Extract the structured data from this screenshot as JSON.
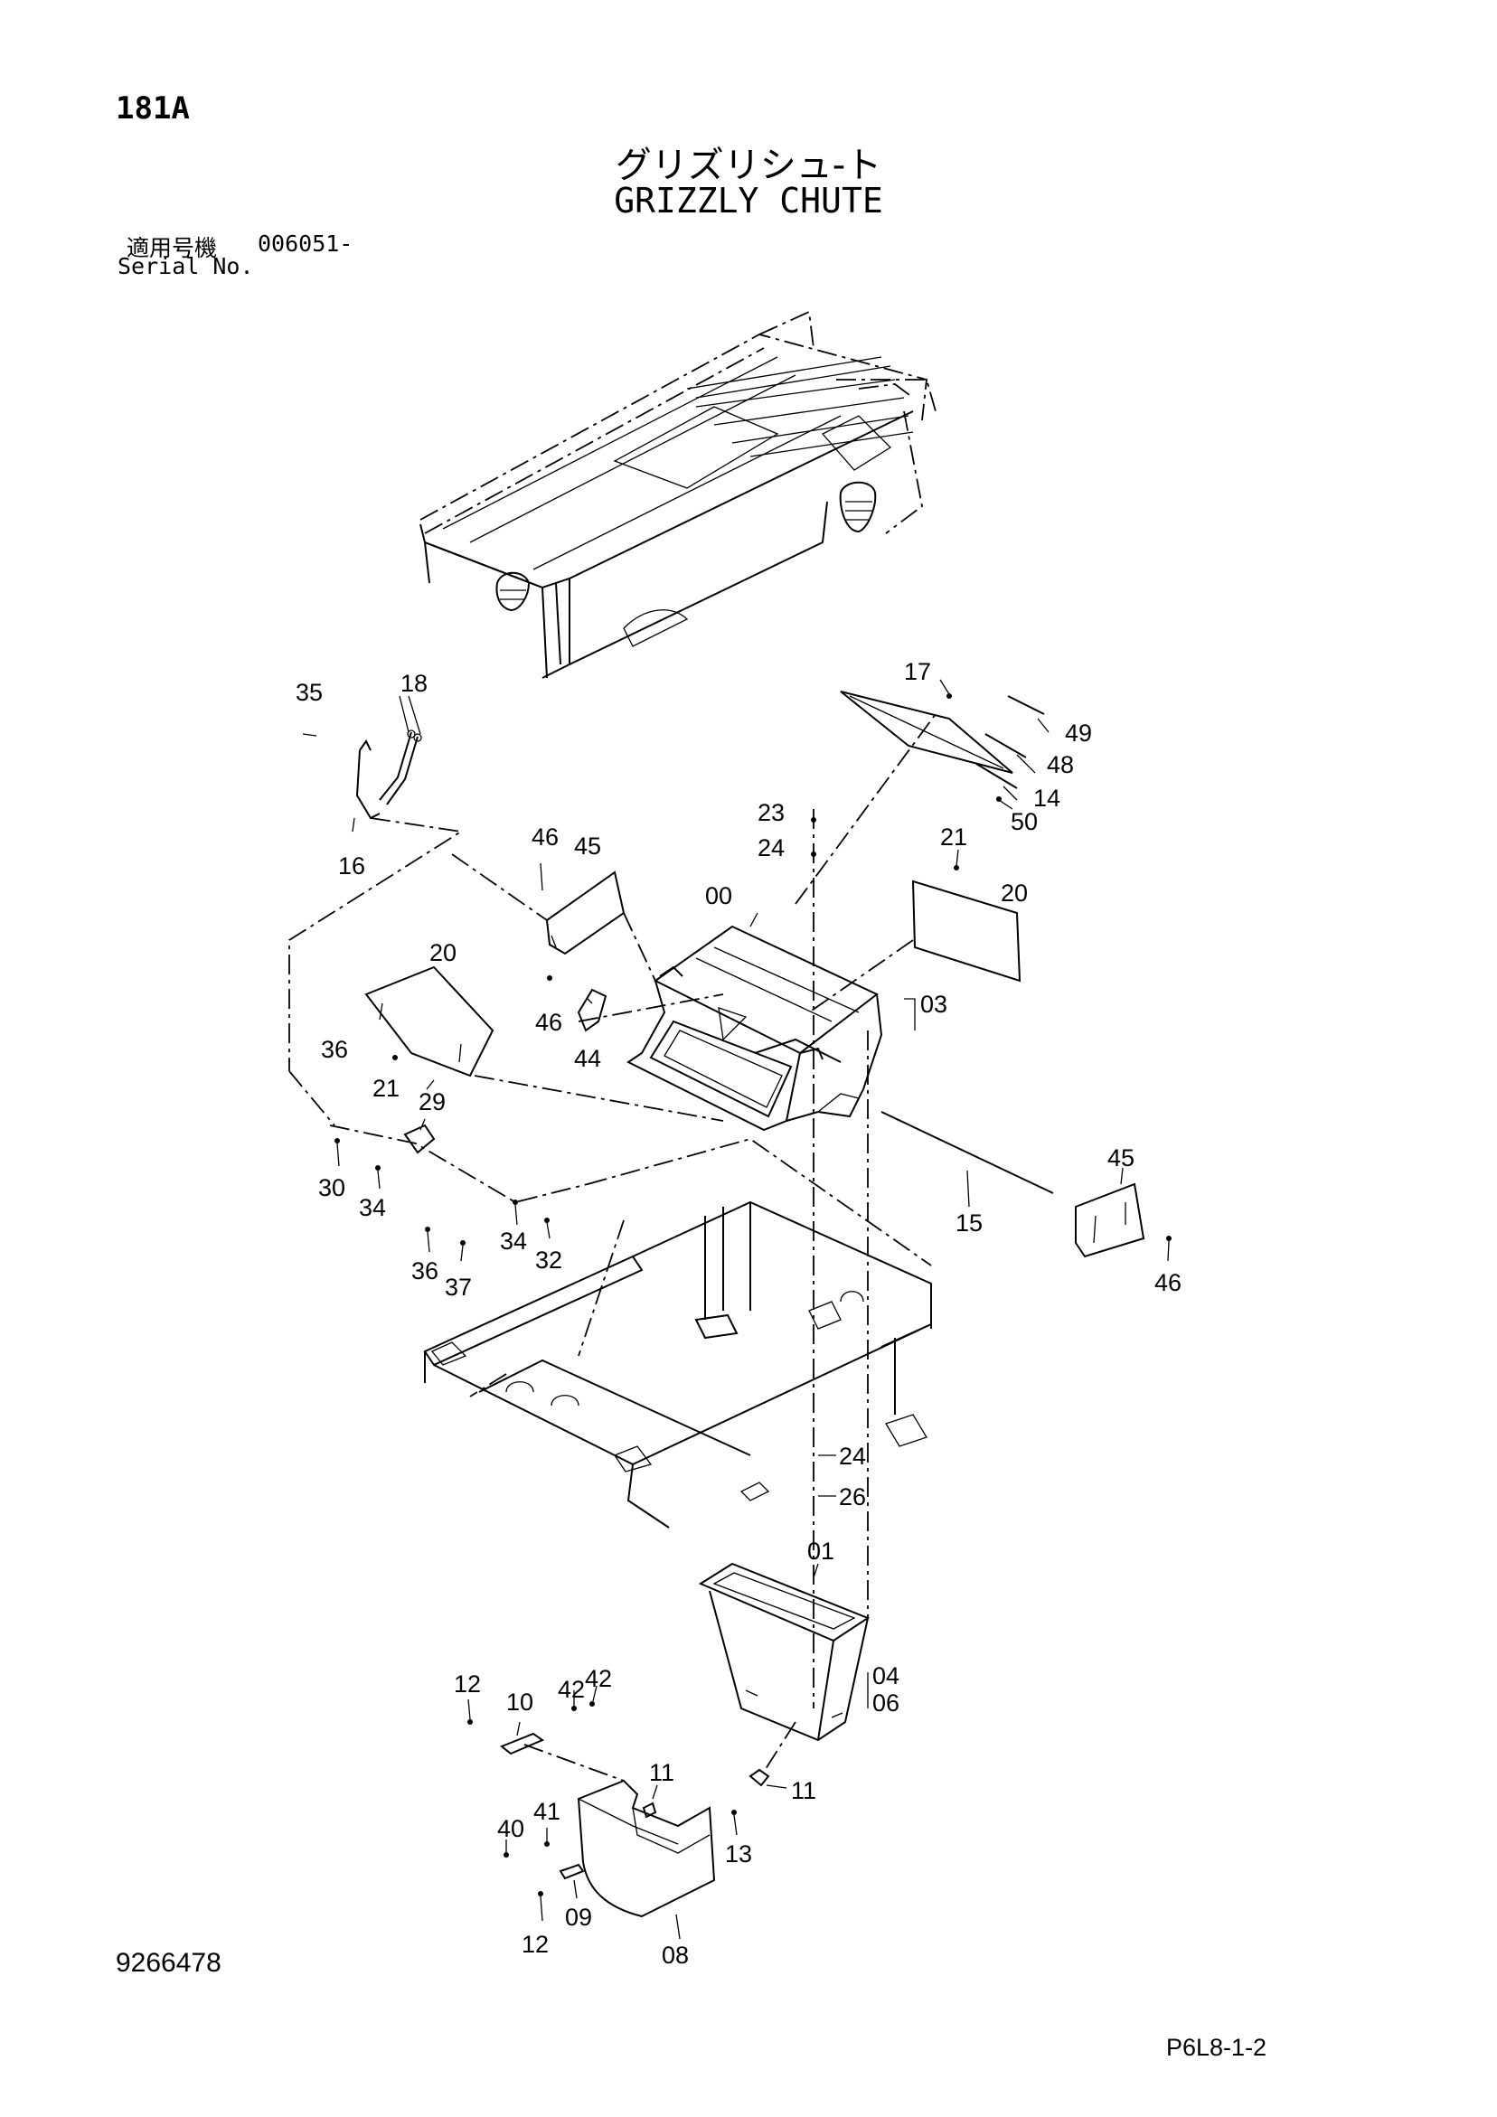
{
  "header": {
    "page_number": "181A",
    "title_jp": "グリズリシュ-ト",
    "title_en": "GRIZZLY CHUTE",
    "serial_label_jp": "適用号機",
    "serial_value": "006051-",
    "serial_label_en": "Serial No."
  },
  "footer": {
    "document_number": "9266478",
    "page_code": "P6L8-1-2"
  },
  "callouts": [
    {
      "id": "c-35",
      "text": "35"
    },
    {
      "id": "c-18",
      "text": "18"
    },
    {
      "id": "c-16",
      "text": "16"
    },
    {
      "id": "c-17",
      "text": "17"
    },
    {
      "id": "c-49",
      "text": "49"
    },
    {
      "id": "c-48",
      "text": "48"
    },
    {
      "id": "c-14",
      "text": "14"
    },
    {
      "id": "c-50",
      "text": "50"
    },
    {
      "id": "c-23",
      "text": "23"
    },
    {
      "id": "c-24a",
      "text": "24"
    },
    {
      "id": "c-46a",
      "text": "46"
    },
    {
      "id": "c-45a",
      "text": "45"
    },
    {
      "id": "c-00",
      "text": "00"
    },
    {
      "id": "c-21a",
      "text": "21"
    },
    {
      "id": "c-20a",
      "text": "20"
    },
    {
      "id": "c-20b",
      "text": "20"
    },
    {
      "id": "c-46b",
      "text": "46"
    },
    {
      "id": "c-44",
      "text": "44"
    },
    {
      "id": "c-03",
      "text": "03"
    },
    {
      "id": "c-36a",
      "text": "36"
    },
    {
      "id": "c-21b",
      "text": "21"
    },
    {
      "id": "c-29",
      "text": "29"
    },
    {
      "id": "c-30",
      "text": "30"
    },
    {
      "id": "c-34a",
      "text": "34"
    },
    {
      "id": "c-34b",
      "text": "34"
    },
    {
      "id": "c-32",
      "text": "32"
    },
    {
      "id": "c-36b",
      "text": "36"
    },
    {
      "id": "c-37",
      "text": "37"
    },
    {
      "id": "c-45b",
      "text": "45"
    },
    {
      "id": "c-15",
      "text": "15"
    },
    {
      "id": "c-46c",
      "text": "46"
    },
    {
      "id": "c-24b",
      "text": "24"
    },
    {
      "id": "c-26",
      "text": "26"
    },
    {
      "id": "c-01",
      "text": "01"
    },
    {
      "id": "c-04",
      "text": "04"
    },
    {
      "id": "c-06",
      "text": "06"
    },
    {
      "id": "c-12a",
      "text": "12"
    },
    {
      "id": "c-10",
      "text": "10"
    },
    {
      "id": "c-42a",
      "text": "42"
    },
    {
      "id": "c-42b",
      "text": "42"
    },
    {
      "id": "c-11a",
      "text": "11"
    },
    {
      "id": "c-11b",
      "text": "11"
    },
    {
      "id": "c-40",
      "text": "40"
    },
    {
      "id": "c-41",
      "text": "41"
    },
    {
      "id": "c-13",
      "text": "13"
    },
    {
      "id": "c-12b",
      "text": "12"
    },
    {
      "id": "c-09",
      "text": "09"
    },
    {
      "id": "c-08",
      "text": "08"
    }
  ]
}
